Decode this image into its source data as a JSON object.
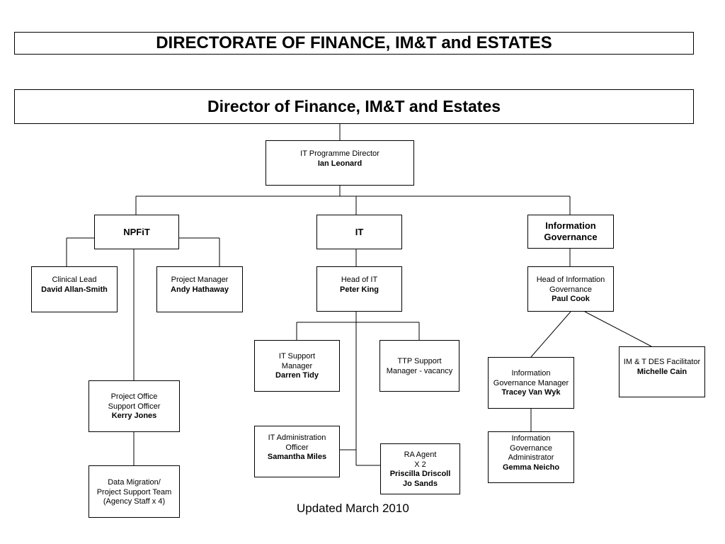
{
  "title": "DIRECTORATE OF FINANCE, IM&T and ESTATES",
  "director": "Director of Finance, IM&T and Estates",
  "footer": "Updated March 2010",
  "boxes": {
    "it_programme_director": {
      "role": "IT Programme Director",
      "name": "Ian Leonard"
    },
    "npfit": {
      "label": "NPFiT"
    },
    "it": {
      "label": "IT"
    },
    "info_gov": {
      "label_1": "Information",
      "label_2": "Governance"
    },
    "clinical_lead": {
      "role": "Clinical Lead",
      "name": "David Allan-Smith"
    },
    "project_manager": {
      "role": "Project Manager",
      "name": "Andy Hathaway"
    },
    "head_of_it": {
      "role": "Head of IT",
      "name": "Peter King"
    },
    "head_info_gov": {
      "role_1": "Head of Information",
      "role_2": "Governance",
      "name": "Paul Cook"
    },
    "it_support_manager": {
      "role_1": "IT Support",
      "role_2": "Manager",
      "name": "Darren Tidy"
    },
    "ttp_support_manager": {
      "role_1": "TTP Support",
      "role_2": "Manager - vacancy"
    },
    "info_gov_manager": {
      "role_1": "Information",
      "role_2": "Governance Manager",
      "name": "Tracey Van Wyk"
    },
    "imt_des_facilitator": {
      "role": "IM & T DES Facilitator",
      "name": "Michelle Cain"
    },
    "project_office_support": {
      "role_1": "Project Office",
      "role_2": "Support Officer",
      "name": "Kerry Jones"
    },
    "it_admin_officer": {
      "role_1": "IT Administration",
      "role_2": "Officer",
      "name": "Samantha Miles"
    },
    "ra_agent": {
      "role_1": "RA Agent",
      "role_2": "X 2",
      "name_1": "Priscilla Driscoll",
      "name_2": "Jo Sands"
    },
    "info_gov_admin": {
      "role_1": "Information",
      "role_2": "Governance",
      "role_3": "Administrator",
      "name": "Gemma Neicho"
    },
    "data_migration": {
      "role_1": "Data Migration/",
      "role_2": "Project Support Team",
      "role_3": "(Agency Staff x 4)"
    }
  }
}
